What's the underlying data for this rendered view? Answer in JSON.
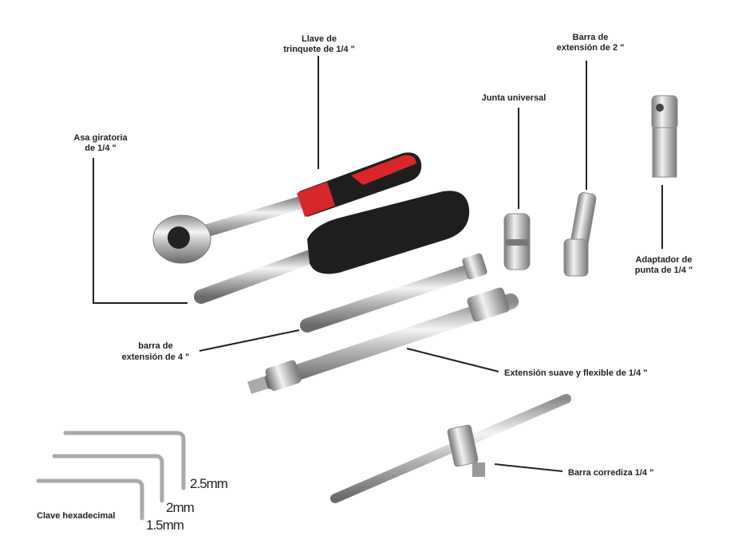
{
  "labels": {
    "ratchet": [
      "Llave de",
      "trinquete de 1/4 \""
    ],
    "spinner": [
      "Asa giratoria",
      "de 1/4 \""
    ],
    "universal_joint": "Junta universal",
    "extension_2": [
      "Barra de",
      "extensión de 2 \""
    ],
    "bit_adapter": [
      "Adaptador de",
      "punta de 1/4 \""
    ],
    "extension_4": [
      "barra de",
      "extensión de 4 \""
    ],
    "flexible_extension": "Extensión suave y flexible de 1/4 \"",
    "sliding_bar": "Barra corrediza 1/4 \"",
    "hex_key": "Clave hexadecimal",
    "hex_sizes": [
      "2.5mm",
      "2mm",
      "1.5mm"
    ]
  },
  "colors": {
    "handle_red": "#d8262a",
    "handle_black": "#1e1e1e",
    "chrome": "#c8c8c8",
    "text": "#222222"
  }
}
